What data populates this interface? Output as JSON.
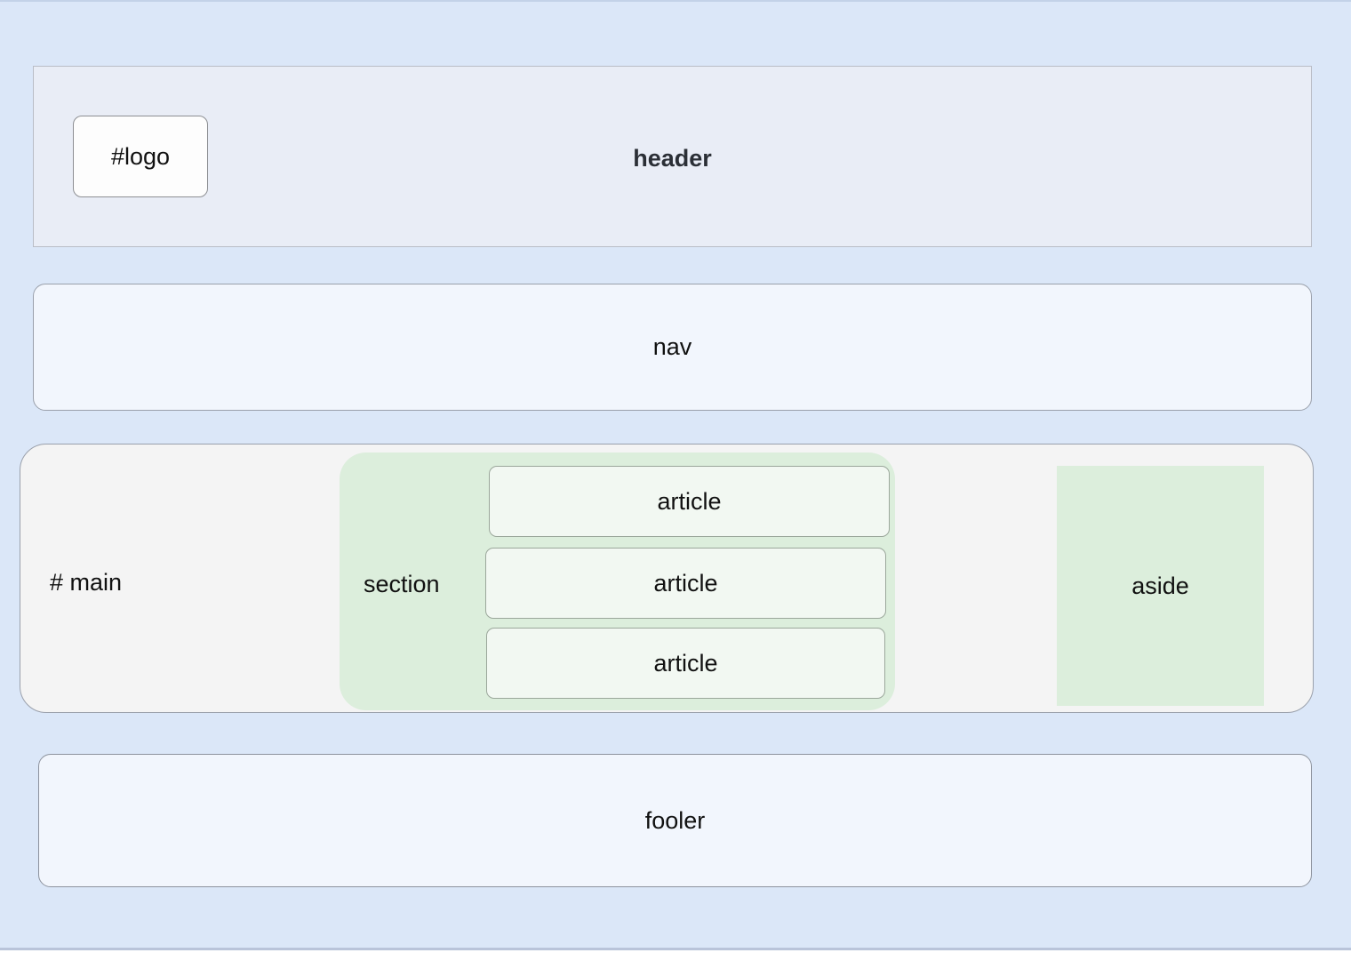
{
  "page": {
    "background_color": "#dbe7f8",
    "diagram_type": "html-semantic-layout-wireframe"
  },
  "header": {
    "label": "header",
    "background_color": "#e9edf6",
    "logo": {
      "label": "#logo",
      "background_color": "#fdfdfd"
    }
  },
  "nav": {
    "label": "nav",
    "background_color": "#f2f6fd"
  },
  "main": {
    "label": "# main",
    "background_color": "#f4f4f4",
    "section": {
      "label": "section",
      "background_color": "#dceedc",
      "articles": [
        {
          "label": "article"
        },
        {
          "label": "article"
        },
        {
          "label": "article"
        }
      ]
    },
    "aside": {
      "label": "aside",
      "background_color": "#dceedc"
    }
  },
  "footer": {
    "label": "fooler",
    "background_color": "#f2f6fd"
  }
}
